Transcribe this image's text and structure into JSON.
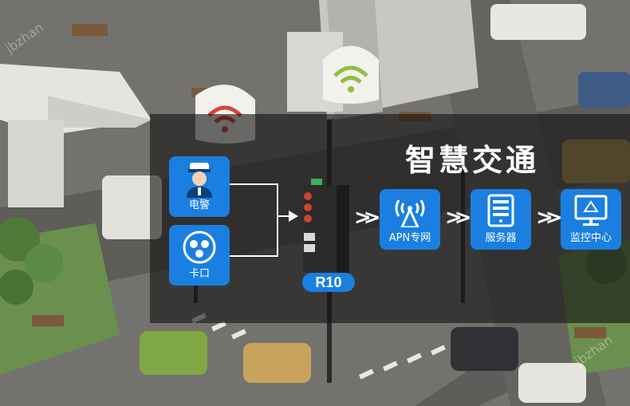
{
  "title": "智慧交通",
  "devices": {
    "police_label": "电警",
    "checkpoint_label": "卡口",
    "router_label": "R10"
  },
  "flow": [
    {
      "label": "APN专网",
      "icon": "antenna-icon"
    },
    {
      "label": "服务器",
      "icon": "server-icon"
    },
    {
      "label": "监控中心",
      "icon": "monitor-icon"
    }
  ],
  "watermarks": [
    "jbzhan",
    "jbzhan"
  ],
  "colors": {
    "node": "#1a7fe0",
    "panel": "#141414",
    "text": "#ffffff"
  }
}
